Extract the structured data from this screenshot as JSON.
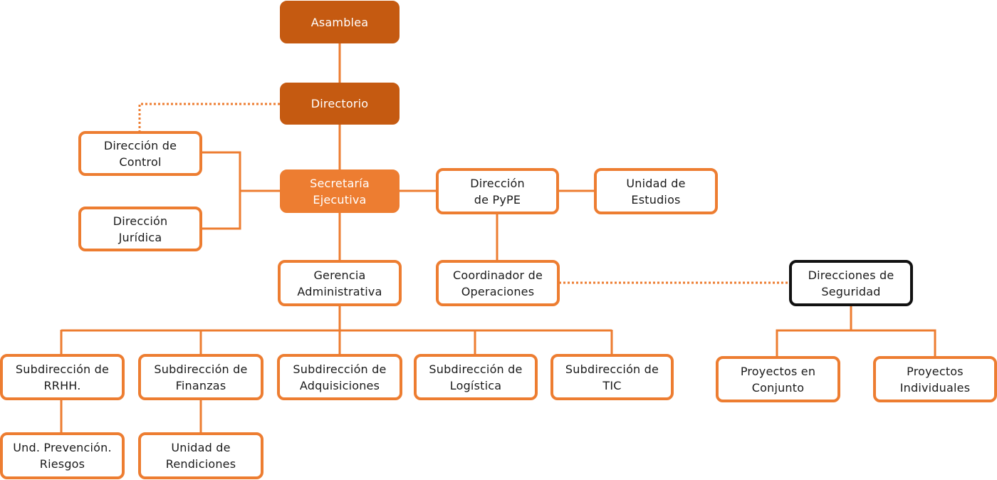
{
  "colors": {
    "dark": "#C55A11",
    "accent": "#ED7D31",
    "outline_black": "#111111"
  },
  "nodes": {
    "asamblea": "Asamblea",
    "directorio": "Directorio",
    "direccion_control": "Dirección de\nControl",
    "direccion_juridica": "Dirección\nJurídica",
    "secretaria": "Secretaría\nEjecutiva",
    "direccion_pype": "Dirección\nde PyPE",
    "unidad_estudios": "Unidad de\nEstudios",
    "gerencia": "Gerencia\nAdministrativa",
    "coordinador": "Coordinador de\nOperaciones",
    "direcciones_seguridad": "Direcciones de\nSeguridad",
    "sub_rrhh": "Subdirección de\nRRHH.",
    "sub_finanzas": "Subdirección de\nFinanzas",
    "sub_adquisiciones": "Subdirección de\nAdquisiciones",
    "sub_logistica": "Subdirección de\nLogística",
    "sub_tic": "Subdirección de\nTIC",
    "proyectos_conjunto": "Proyectos en\nConjunto",
    "proyectos_individuales": "Proyectos\nIndividuales",
    "und_prevencion": "Und. Prevención.\nRiesgos",
    "unidad_rendiciones": "Unidad de\nRendiciones"
  }
}
